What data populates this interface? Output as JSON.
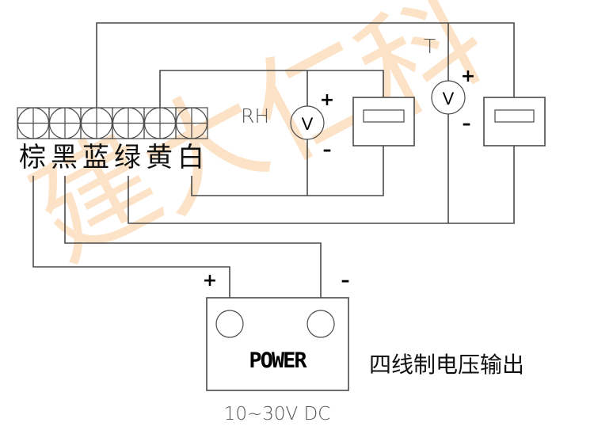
{
  "terminals": {
    "labels": [
      "棕",
      "黑",
      "蓝",
      "绿",
      "黄",
      "白"
    ],
    "count": 6
  },
  "sensors": {
    "rh_label": "RH",
    "t_label": "T"
  },
  "voltmeter": {
    "symbol": "V",
    "plus": "+",
    "minus": "–"
  },
  "power": {
    "label": "POWER",
    "plus": "+",
    "minus": "–",
    "spec": "10~30V DC"
  },
  "caption": "四线制电压输出",
  "watermark": {
    "chars": [
      "建",
      "大",
      "仁",
      "科"
    ],
    "color": "#fcd9b3"
  }
}
